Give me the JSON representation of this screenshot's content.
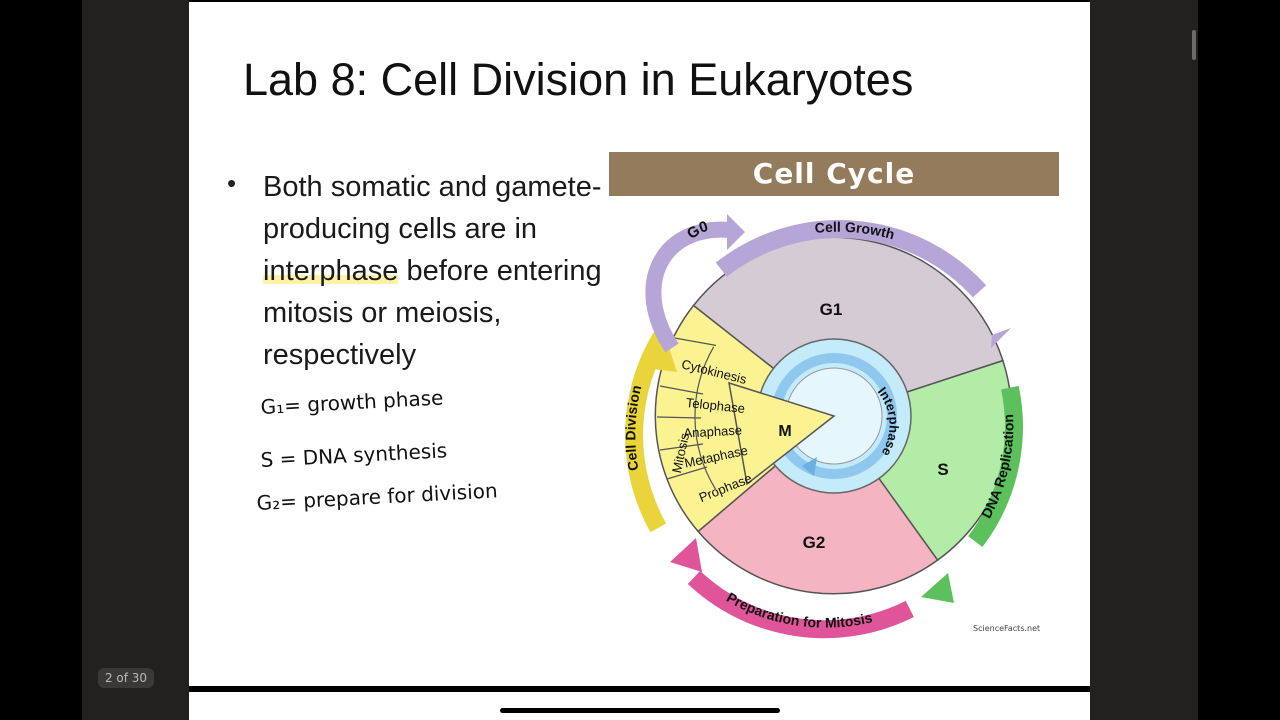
{
  "viewer": {
    "page_indicator": "2 of 30"
  },
  "slide": {
    "title": "Lab 8: Cell Division in Eukaryotes",
    "bullet": {
      "before": "Both somatic and gamete-producing cells are in ",
      "highlighted": "interphase",
      "after": " before entering mitosis or meiosis, respectively"
    },
    "handwritten_notes": [
      "G₁= growth phase",
      "S = DNA synthesis",
      "G₂= prepare for division"
    ],
    "highlight_color": "#fff1a6"
  },
  "diagram": {
    "header": "Cell Cycle",
    "header_color": "#947b5c",
    "phases": {
      "g0": "G0",
      "g1": "G1",
      "s": "S",
      "g2": "G2",
      "m": "M",
      "interphase": "Interphase",
      "mitosis": "Mitosis"
    },
    "mitosis_stages": [
      "Cytokinesis",
      "Telophase",
      "Anaphase",
      "Metaphase",
      "Prophase"
    ],
    "ring_labels": {
      "cell_growth": "Cell Growth",
      "dna_replication": "DNA Replication",
      "preparation": "Preparation for Mitosis",
      "cell_division": "Cell Division"
    },
    "colors": {
      "g1": "#d4cbd4",
      "s": "#b2eca6",
      "g2": "#f5b4c2",
      "m": "#fbf292",
      "core": "#c3ebfa",
      "growth_arrow": "#b6a6d8",
      "replication_arrow": "#5cc05c",
      "preparation_arrow": "#e0559a",
      "division_arrow": "#e9d43c"
    },
    "credit": "ScienceFacts.net"
  }
}
